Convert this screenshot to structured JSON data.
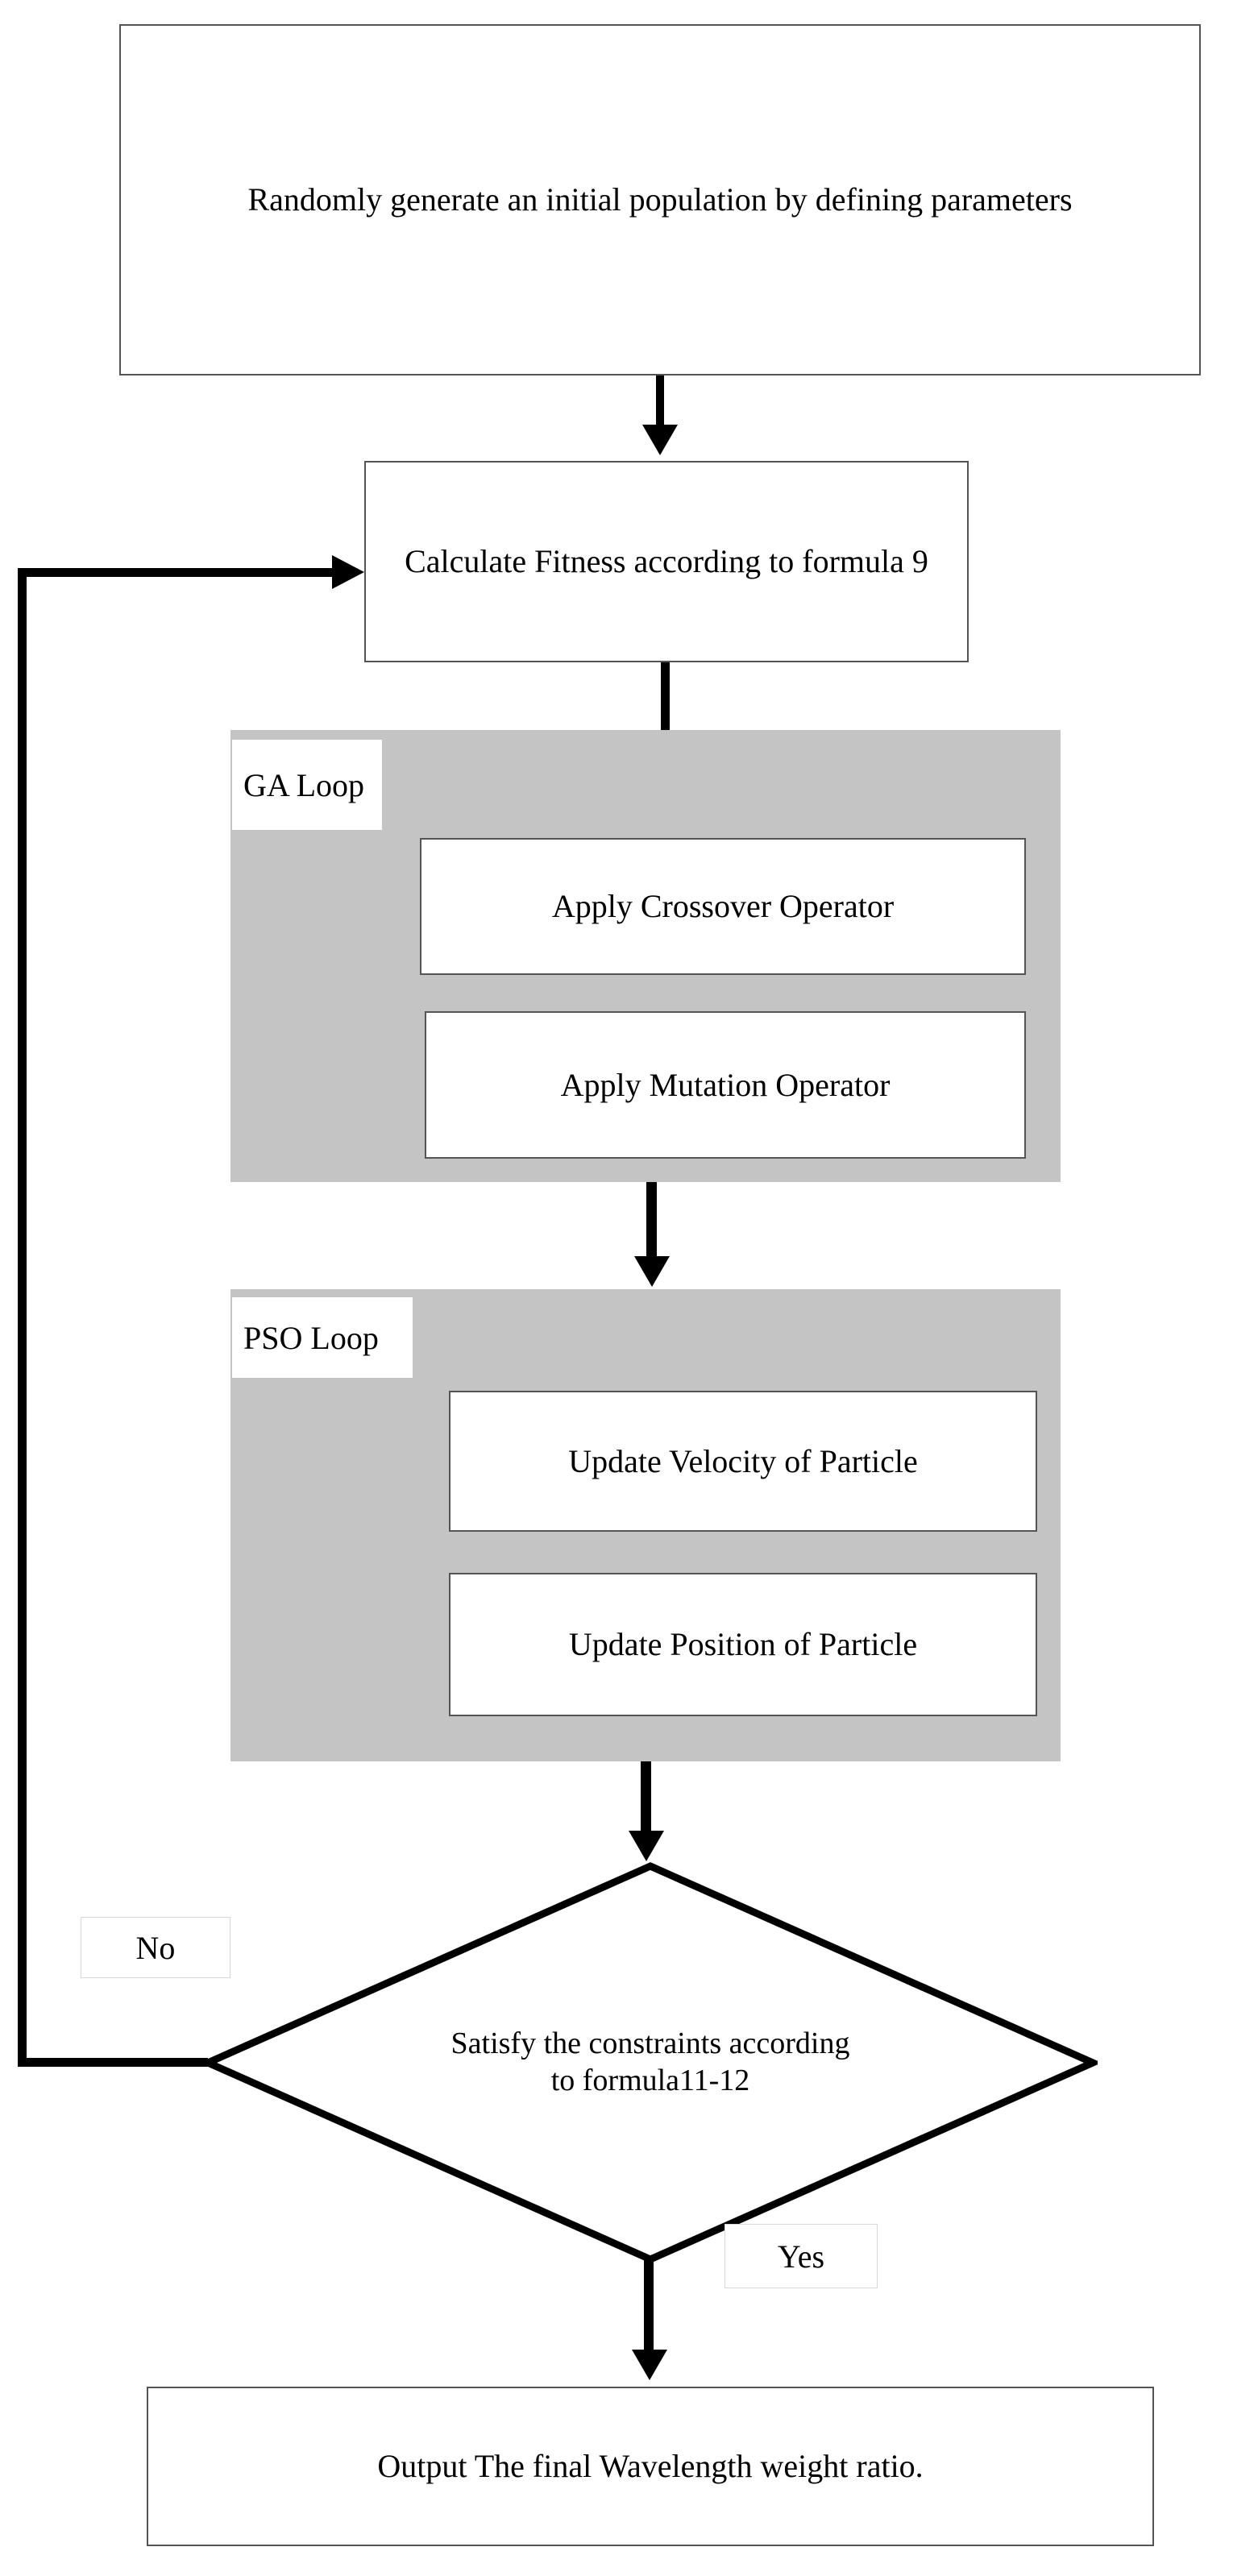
{
  "diagram": {
    "type": "flowchart",
    "title": "GA-PSO hybrid optimization flowchart",
    "colors": {
      "panel_fill": "#c4c4c4",
      "box_fill": "#ffffff",
      "stroke": "#545454",
      "connector": "#000000",
      "tag_border": "#d7d7d7"
    },
    "nodes": {
      "start_box": {
        "label": "Randomly generate an initial population by defining parameters"
      },
      "fitness_box": {
        "label": "Calculate Fitness according to formula 9"
      },
      "ga_panel": {
        "label": "GA Loop"
      },
      "crossover_box": {
        "label": "Apply Crossover Operator"
      },
      "mutation_box": {
        "label": "Apply Mutation Operator"
      },
      "pso_panel": {
        "label": "PSO Loop"
      },
      "velocity_box": {
        "label": "Update Velocity of Particle"
      },
      "position_box": {
        "label": "Update Position of Particle"
      },
      "decision": {
        "label_line1": "Satisfy the constraints according",
        "label_line2": "to  formula11-12"
      },
      "output_box": {
        "label": "Output The final Wavelength weight ratio."
      }
    },
    "edge_labels": {
      "no": "No",
      "yes": "Yes"
    }
  }
}
